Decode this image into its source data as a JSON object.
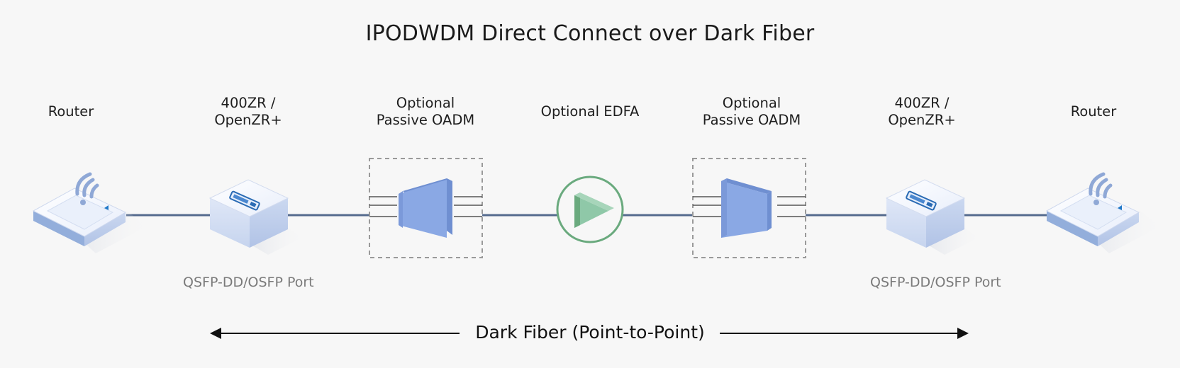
{
  "title": "IPODWDM Direct Connect over Dark Fiber",
  "nodes": [
    {
      "id": "router-left",
      "lines": [
        "Router"
      ],
      "icon": "router-icon"
    },
    {
      "id": "transceiver-left",
      "lines": [
        "400ZR /",
        "OpenZR+"
      ],
      "icon": "transceiver-module-icon"
    },
    {
      "id": "oadm-left",
      "lines": [
        "Optional",
        "Passive OADM"
      ],
      "icon": "oadm-icon"
    },
    {
      "id": "edfa",
      "lines": [
        "Optional EDFA"
      ],
      "icon": "amplifier-play-icon"
    },
    {
      "id": "oadm-right",
      "lines": [
        "Optional",
        "Passive OADM"
      ],
      "icon": "oadm-icon"
    },
    {
      "id": "transceiver-right",
      "lines": [
        "400ZR /",
        "OpenZR+"
      ],
      "icon": "transceiver-module-icon"
    },
    {
      "id": "router-right",
      "lines": [
        "Router"
      ],
      "icon": "router-icon"
    }
  ],
  "port_label_left": "QSFP-DD/OSFP Port",
  "port_label_right": "QSFP-DD/OSFP Port",
  "fiber_label": "Dark Fiber (Point-to-Point)",
  "colors": {
    "background": "#f7f7f7",
    "link": "#556b8e",
    "device_top": "#f4f7fd",
    "device_side": "#c7d5ef",
    "oadm_blue": "#8aa8e4",
    "edfa_ring": "#6aaa7e",
    "edfa_fill": "#86c2a0"
  }
}
